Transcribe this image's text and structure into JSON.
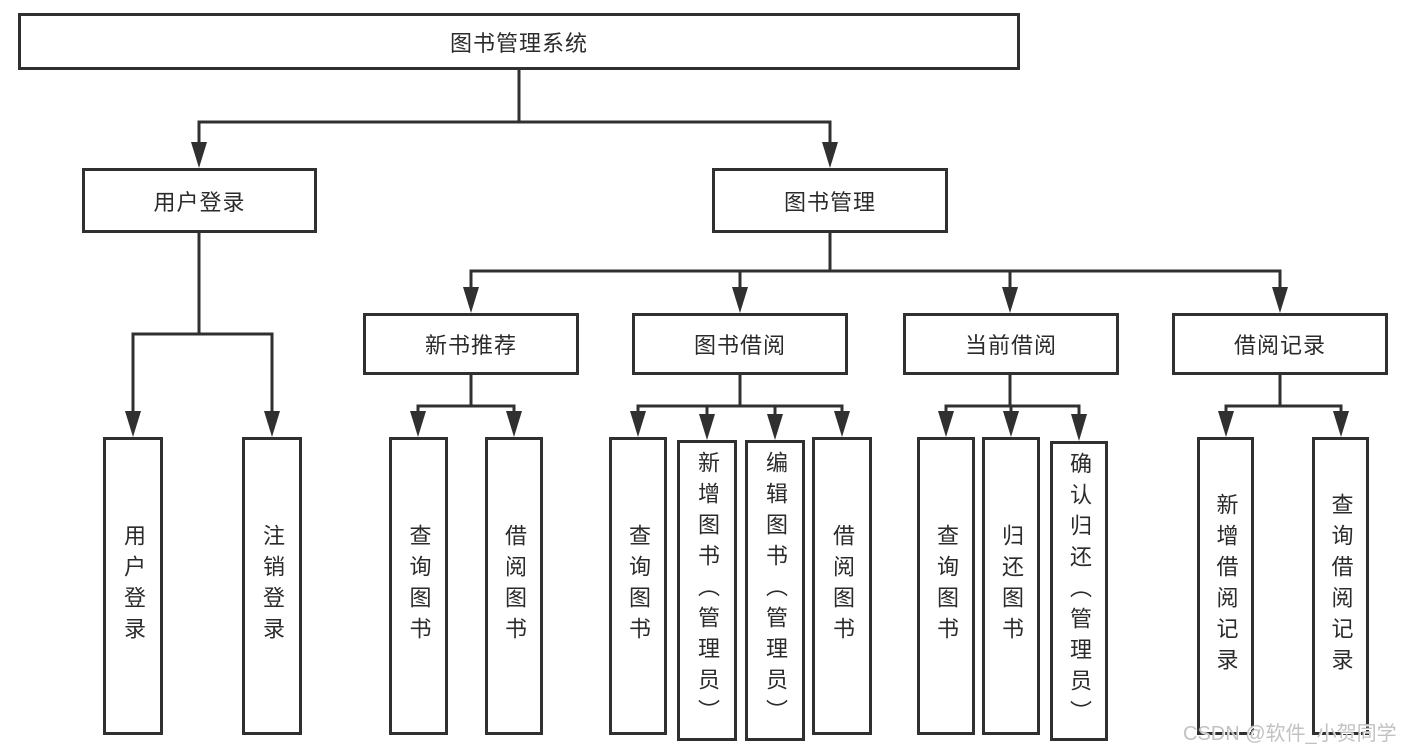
{
  "tree": {
    "root": "图书管理系统",
    "user_login": {
      "label": "用户登录",
      "children": [
        "用户登录",
        "注销登录"
      ]
    },
    "book_mgmt": {
      "label": "图书管理",
      "sections": [
        {
          "label": "新书推荐",
          "children": [
            "查询图书",
            "借阅图书"
          ]
        },
        {
          "label": "图书借阅",
          "children": [
            "查询图书",
            "新增图书（管理员）",
            "编辑图书（管理员）",
            "借阅图书"
          ]
        },
        {
          "label": "当前借阅",
          "children": [
            "查询图书",
            "归还图书",
            "确认归还（管理员）"
          ]
        },
        {
          "label": "借阅记录",
          "children": [
            "新增借阅记录",
            "查询借阅记录"
          ]
        }
      ]
    }
  },
  "watermark": {
    "text": "CSDN @软件_小贺同学"
  },
  "colors": {
    "line": "#303030",
    "box_border": "#303030",
    "text": "#2b2b2b",
    "watermark": "#c2c2c2",
    "background": "#ffffff"
  }
}
